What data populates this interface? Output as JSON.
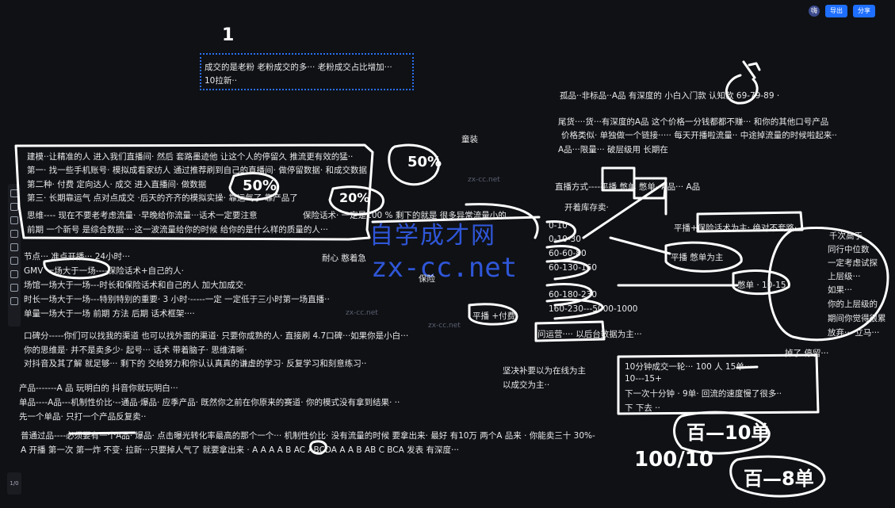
{
  "toolbar": {
    "avatar": "嗨",
    "export": "导出",
    "share": "分享"
  },
  "pager": "1/0",
  "handwriting": {
    "one": "1",
    "fifty": "50%",
    "fifty2": "50%",
    "twenty": "20%",
    "note1": "百—10单",
    "note2": "100/10",
    "note3": "百—8单"
  },
  "watermark": {
    "cn": "自学成才网",
    "en": "zx-cc.net",
    "small": "zx-cc.net"
  },
  "texts": {
    "box1a": "成交的是老粉 老粉成交的多··· 老粉成交占比增加···",
    "box1b": "10拉新··",
    "l1": "建模··让精准的人 进入我们直播间· 然后 套路墨迹他 让这个人的停留久 推流更有效的猛··",
    "l2": "第一· 找一些手机账号· 模拟成看家纺人 通过推荐刷到自己的直播间· 做停留数据· 和成交数据",
    "l3": "第二种· 付费 定向达人· 成交 进入直播间· 做数据",
    "l4": "第三· 长期靠运气 点对点成交 ·后天的齐齐的模拟实操· 靠运气了 靠产品了",
    "l5": "思维---- 现在不要老考虑流量· ·早晚给你流量···话术一定要注意",
    "l6": "前期 一个新号 是综合数据····这一波流量给你的时候 给你的是什么样的质量的人···",
    "baoxian": "保险话术· 一定是100 % 剩下的就是 很多异常流量小的",
    "tongzhuang": "童装",
    "naixin": "耐心 憨着急",
    "baoxian2": "保险",
    "j1": "节点··· 准点开播··· 24小时···",
    "j2": "GMV 一场大于一场----保险话术+自己的人·",
    "j3": "场馆一场大于一场---时长和保险话术和自己的人 加大加成交·",
    "j4": "时长一场大于一场---特别特别的重要· 3 小时·-----一定 一定低于三小时第一场直播··",
    "j5": "单量一场大于一场 前期 方法 后期 话术框架····",
    "k1": "口碑分-----你们可以找我的渠道 也可以找外面的渠道· 只要你成熟的人· 直接刷 4.7口碑···如果你是小白···",
    "k2": "你的思维是· 并不是卖多少· 起号··· 话术 带着脑子· 思维清晰·",
    "k3": "对抖音及其了解 就足够··· 剩下的 交给努力和你认认真真的谦虚的学习· 反复学习和刻意练习··",
    "p1": "产品-------A 品 玩明白的 抖音你就玩明白···",
    "p2": "单品----A品---机制性价比·--通品·爆品· 应季产品· 既然你之前在你原来的赛道· 你的模式没有拿到结果· ··",
    "p3": "先一个单品· 只打一个产品反复卖··",
    "q1": "普通过品----必须要有一个A品· 爆品· 点击曝光转化率最高的那个一个··· 机制性价比· 没有流量的时候 要拿出来· 最好 有10万 两个A 品来 · 你能卖三十 30%-",
    "q2": "A 开播 第一次 第一炸 不变· 拉新···只要掉人气了 就要拿出来 · A A A A B AC ABCDA A A B AB C BCA 发表 有深度···",
    "r1": "孤品··非标品··A品 有深度的 小白入门款 认知款 69-79-89 ·",
    "r2": "尾货····货···有深度的A品 这个价格一分钱都都不赚··· 和你的其他口号产品",
    "r3": "价格类似· 单独做一个链接····· 每天开播啦流量·· 中途掉流量的时候啦起来··",
    "r4": "A品···限量··· 破层级用 长期在",
    "zb": "直播方式----平播 憋单 憋单--A品··· A品",
    "kc": "开着库存卖·",
    "n1": "0-10",
    "n2": "0-10-30",
    "n3": "60-60-80",
    "n4": "60-130-160",
    "n5": "60-180-230",
    "n6": "160-230---5000-1000",
    "pb1": "平播+保险话术为主· 绝对不套路·",
    "pb2": "平播 憋单为主",
    "pb3": "憋单 · 10-15",
    "pb4": "平播 +付费",
    "ws1": "问运营···· 以后台数据为主···",
    "qs": "千次高于",
    "qs2": "同行中位数",
    "qs3": "一定考虑试探",
    "qs4": "上层级···",
    "qs5": "如果···",
    "qs6": "你的上层级的",
    "qs7": "期间你觉得很累",
    "qs8": "放弃····立马···",
    "dl": "掉了 停留···",
    "jj1": "坚决补要以为在线为主",
    "jj2": "以成交为主··",
    "m1": "10分钟成交一轮··· 100 人 15单···",
    "m2": "10---15+",
    "m3": "下一次十分钟 · 9单· 回流的速度慢了很多··",
    "m4": "下 下去 ··"
  }
}
